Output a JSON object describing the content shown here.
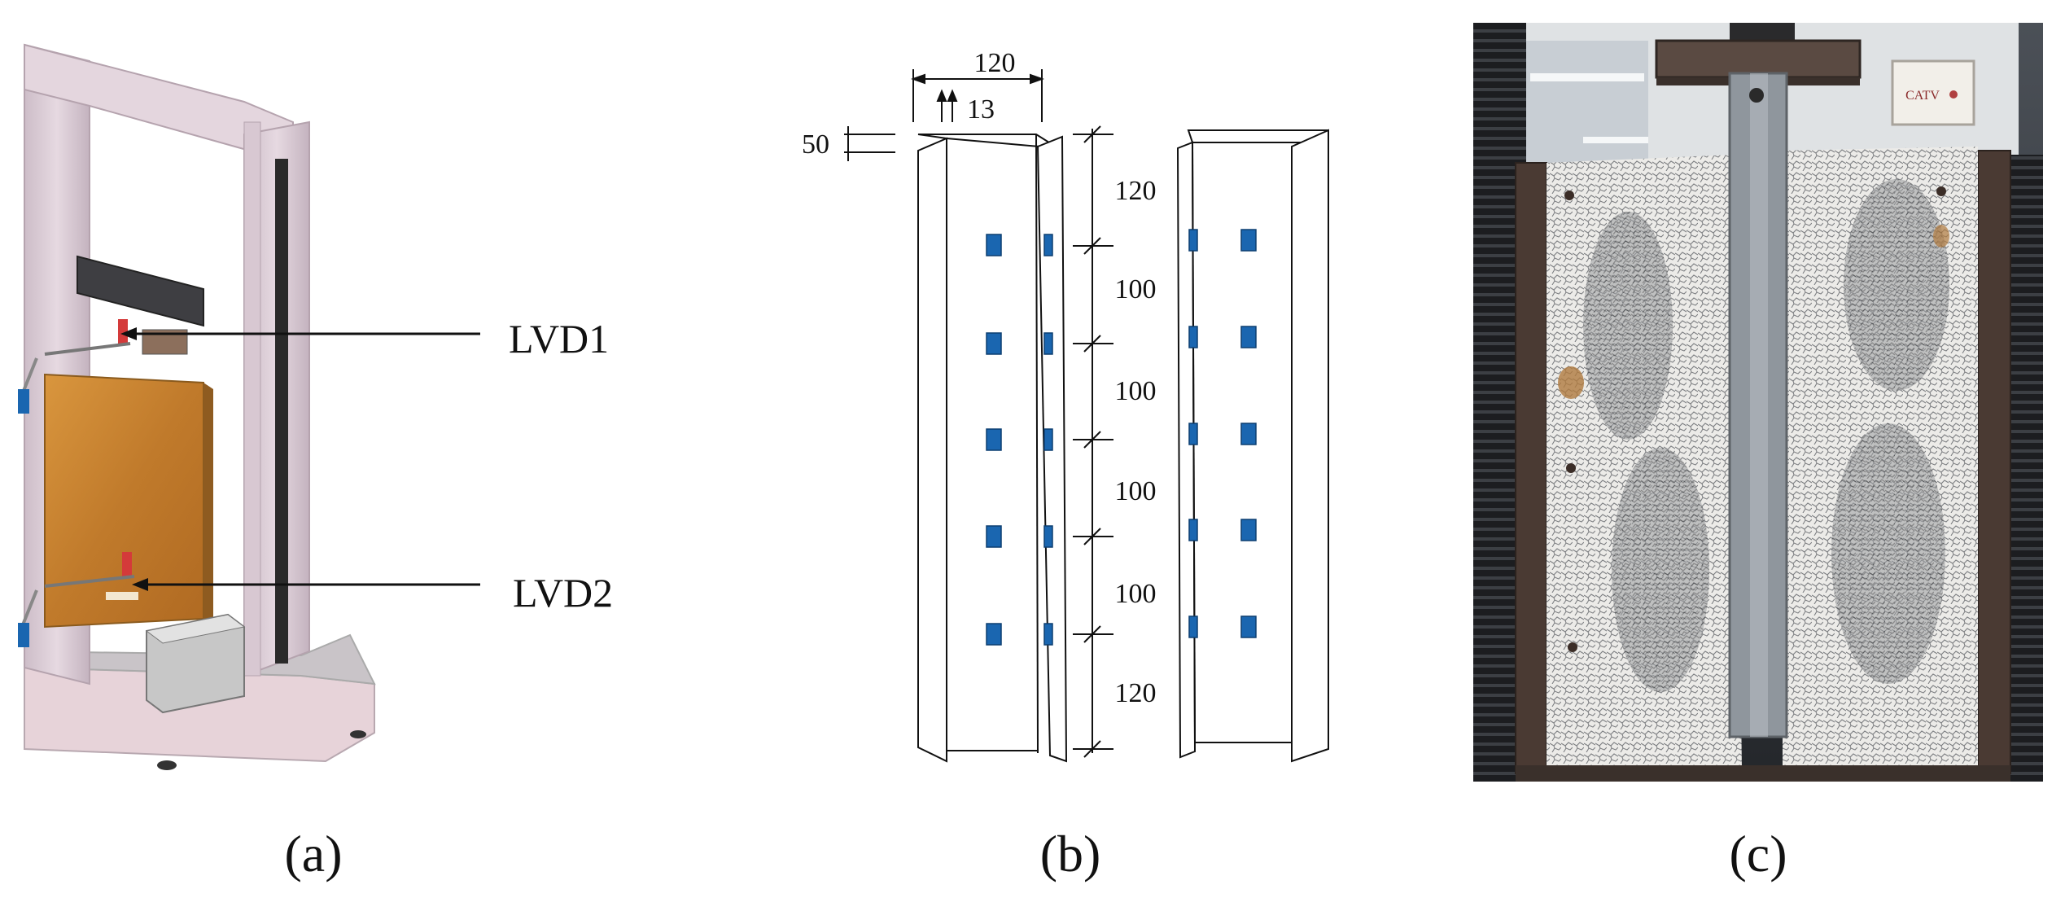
{
  "panel_a": {
    "caption": "(a)",
    "callouts": [
      "LVD1",
      "LVD2"
    ]
  },
  "panel_b": {
    "caption": "(b)",
    "dimensions": {
      "width": "120",
      "lip": "13",
      "flange": "50",
      "spacings": [
        "120",
        "100",
        "100",
        "100",
        "100",
        "120"
      ]
    }
  },
  "panel_c": {
    "caption": "(c)",
    "plaque_text": "CATV"
  },
  "colors": {
    "frame": "#d9c9d3",
    "specimen": "#c98a3a",
    "sensor": "#1a66b0",
    "probe": "#d43a3a",
    "ink": "#111111"
  }
}
